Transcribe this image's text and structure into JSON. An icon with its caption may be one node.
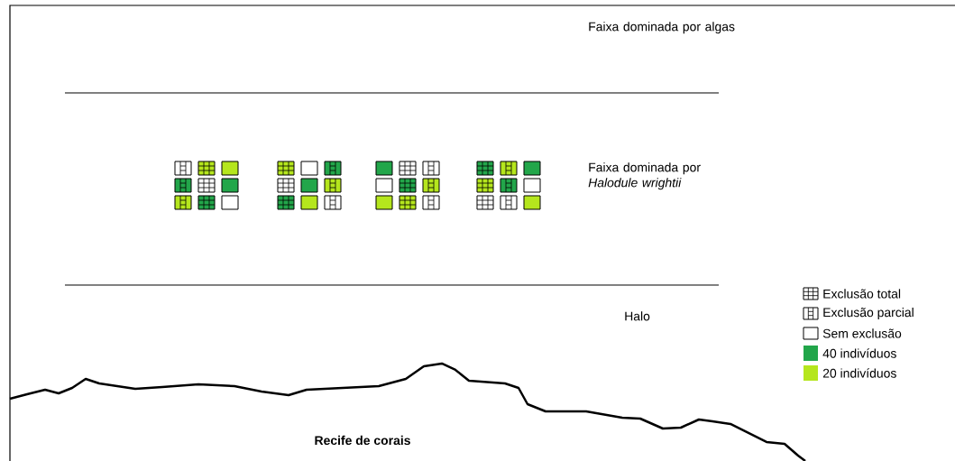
{
  "diagram": {
    "labels": [
      "Faixa dominada por algas",
      "Faixa dominada por *Halodule wrightii*",
      "Halo",
      "Recife de corais"
    ],
    "legend": [
      {
        "text": "Exclusão total"
      },
      {
        "text": "Exclusão parcial"
      },
      {
        "text": "Sem exclusão"
      },
      {
        "text": "40 indivíduos",
        "color": "#22a64a"
      },
      {
        "text": "20 indivíduos",
        "color": "#b5e61d"
      }
    ]
  }
}
